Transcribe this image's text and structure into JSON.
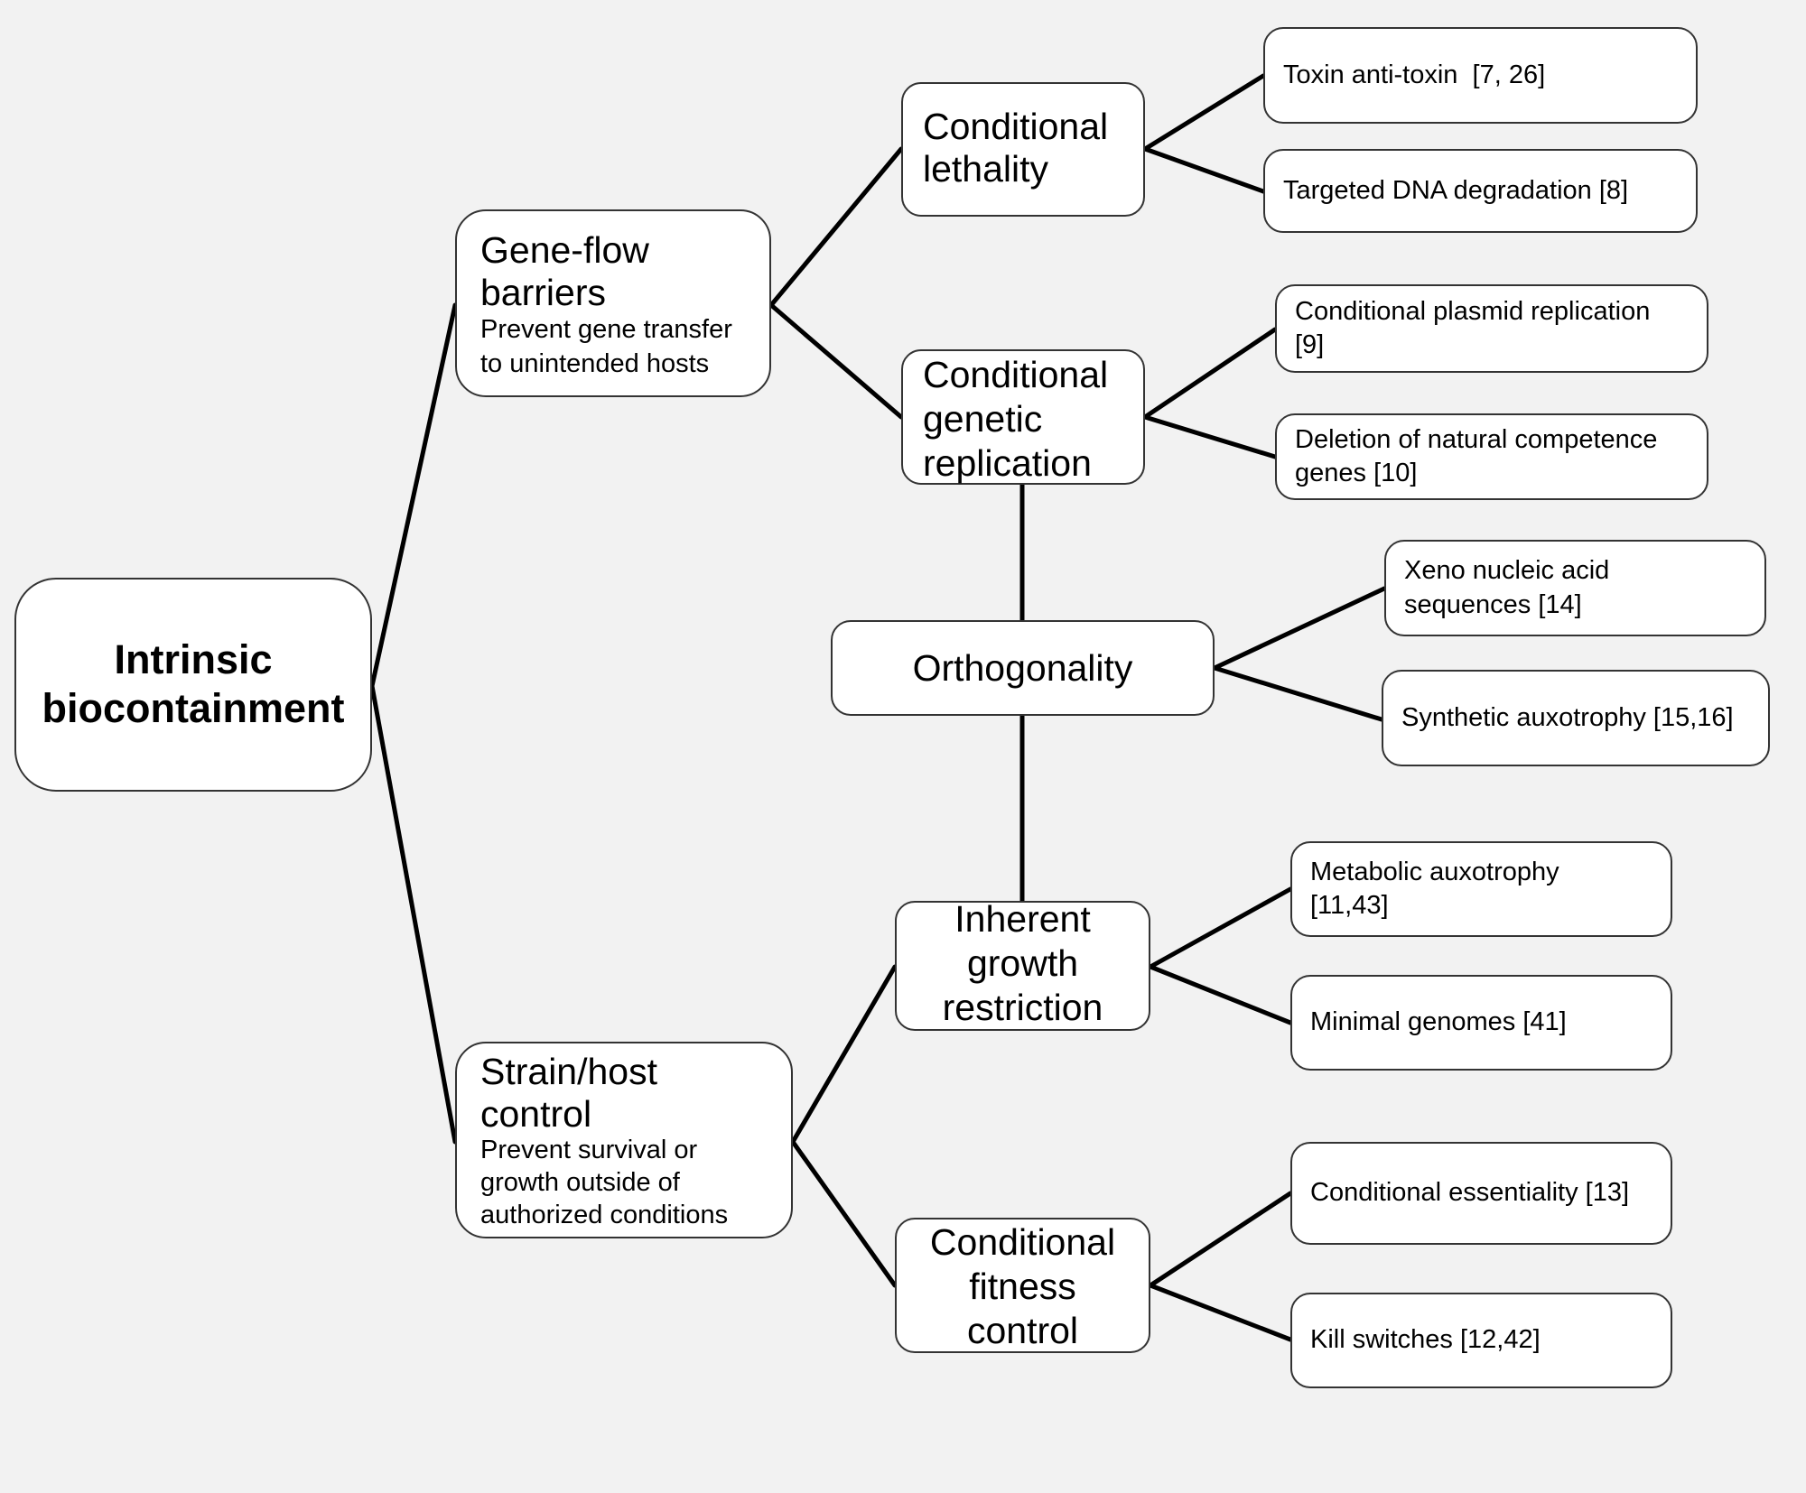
{
  "root": {
    "label": "Intrinsic\nbiocontainment"
  },
  "gene_flow": {
    "title": "Gene-flow\nbarriers",
    "subtitle": "Prevent gene transfer\nto unintended hosts"
  },
  "strain_host": {
    "title": "Strain/host\ncontrol",
    "subtitle": "Prevent survival or\ngrowth outside of\nauthorized conditions"
  },
  "conditional_lethality": {
    "label": "Conditional\nlethality",
    "leaves": [
      "Toxin anti-toxin  [7, 26]",
      "Targeted DNA degradation [8]"
    ]
  },
  "conditional_replication": {
    "label": "Conditional\ngenetic\nreplication",
    "leaves": [
      "Conditional plasmid replication\n[9]",
      "Deletion of natural competence\ngenes [10]"
    ]
  },
  "orthogonality": {
    "label": "Orthogonality",
    "leaves": [
      "Xeno nucleic acid\nsequences [14]",
      "Synthetic auxotrophy [15,16]"
    ]
  },
  "growth_restriction": {
    "label": "Inherent\ngrowth\nrestriction",
    "leaves": [
      "Metabolic auxotrophy\n[11,43]",
      "Minimal genomes [41]"
    ]
  },
  "fitness_control": {
    "label": "Conditional\nfitness\ncontrol",
    "leaves": [
      "Conditional essentiality [13]",
      "Kill switches [12,42]"
    ]
  }
}
